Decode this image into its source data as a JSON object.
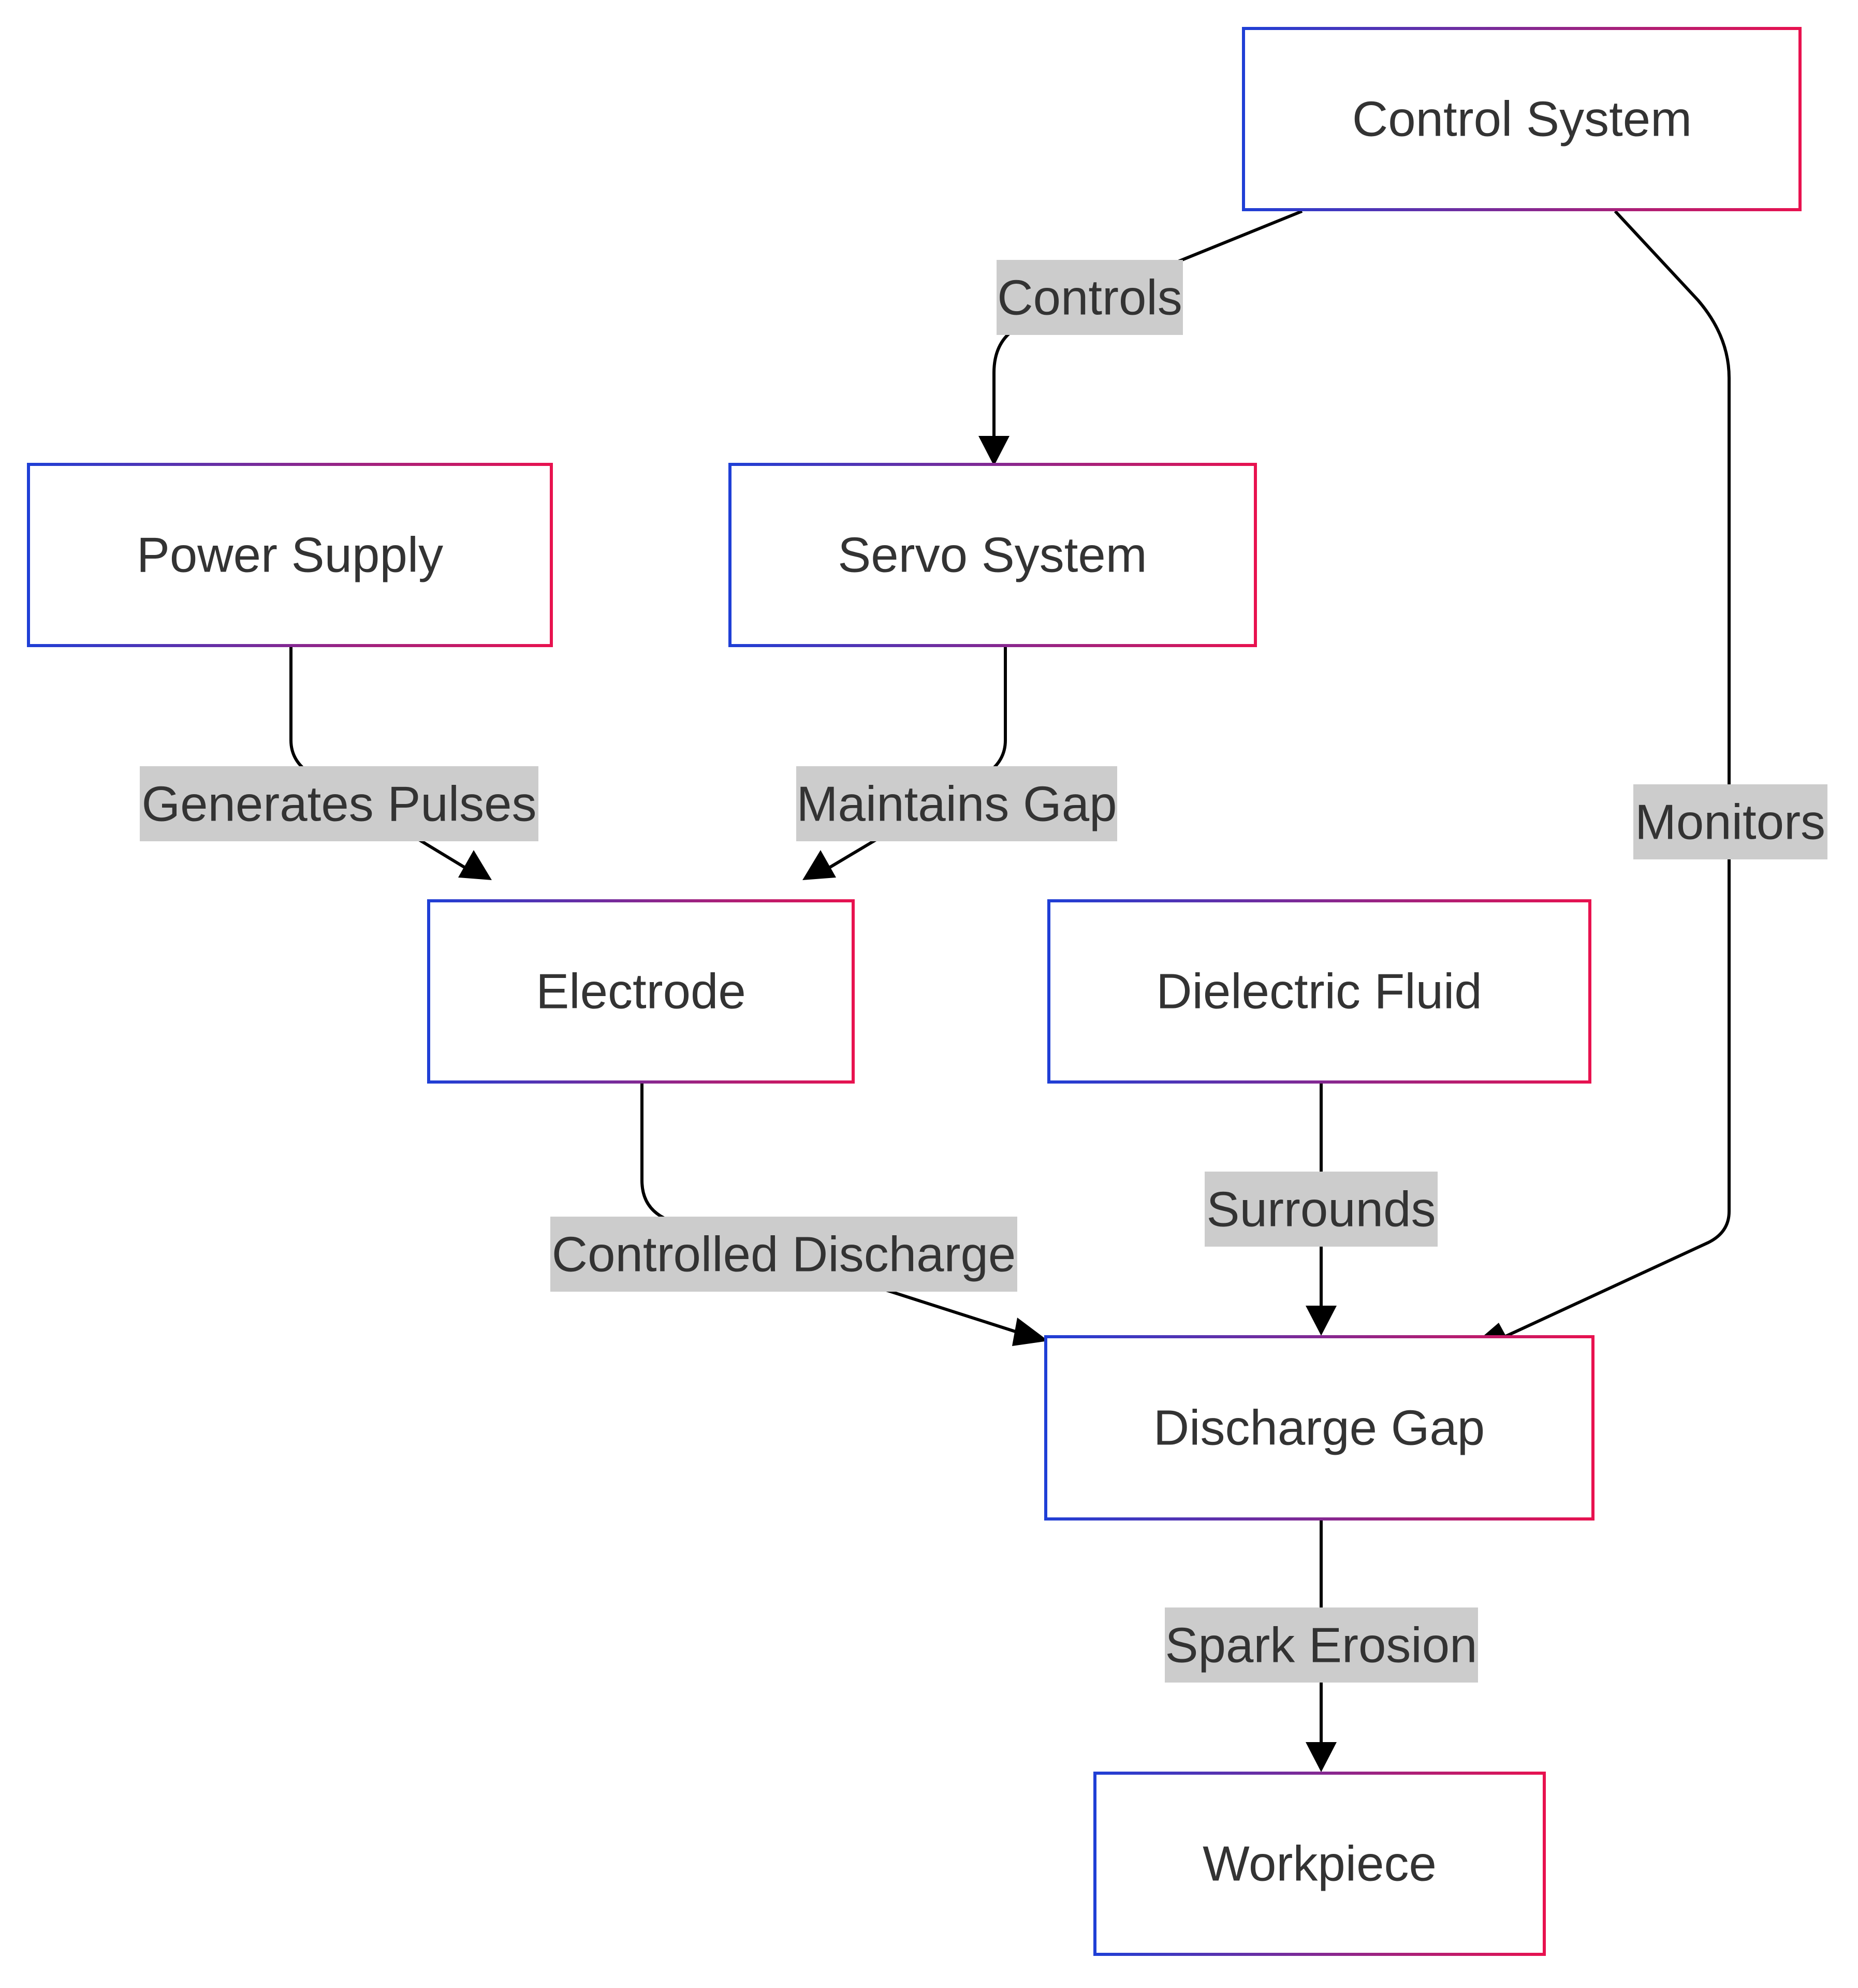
{
  "colors": {
    "node_border_start": "#1f3fd6",
    "node_border_end": "#e8124f",
    "node_fill": "#ffffff",
    "edge": "#000000",
    "edge_label_bg": "#cccccc",
    "text": "#333333"
  },
  "nodes": {
    "control_system": "Control System",
    "power_supply": "Power Supply",
    "servo_system": "Servo System",
    "electrode": "Electrode",
    "dielectric_fluid": "Dielectric Fluid",
    "discharge_gap": "Discharge Gap",
    "workpiece": "Workpiece"
  },
  "edges": [
    {
      "from": "Control System",
      "to": "Servo System",
      "label": "Controls"
    },
    {
      "from": "Control System",
      "to": "Discharge Gap",
      "label": "Monitors"
    },
    {
      "from": "Power Supply",
      "to": "Electrode",
      "label": "Generates Pulses"
    },
    {
      "from": "Servo System",
      "to": "Electrode",
      "label": "Maintains Gap"
    },
    {
      "from": "Electrode",
      "to": "Discharge Gap",
      "label": "Controlled Discharge"
    },
    {
      "from": "Dielectric Fluid",
      "to": "Discharge Gap",
      "label": "Surrounds"
    },
    {
      "from": "Discharge Gap",
      "to": "Workpiece",
      "label": "Spark Erosion"
    }
  ]
}
